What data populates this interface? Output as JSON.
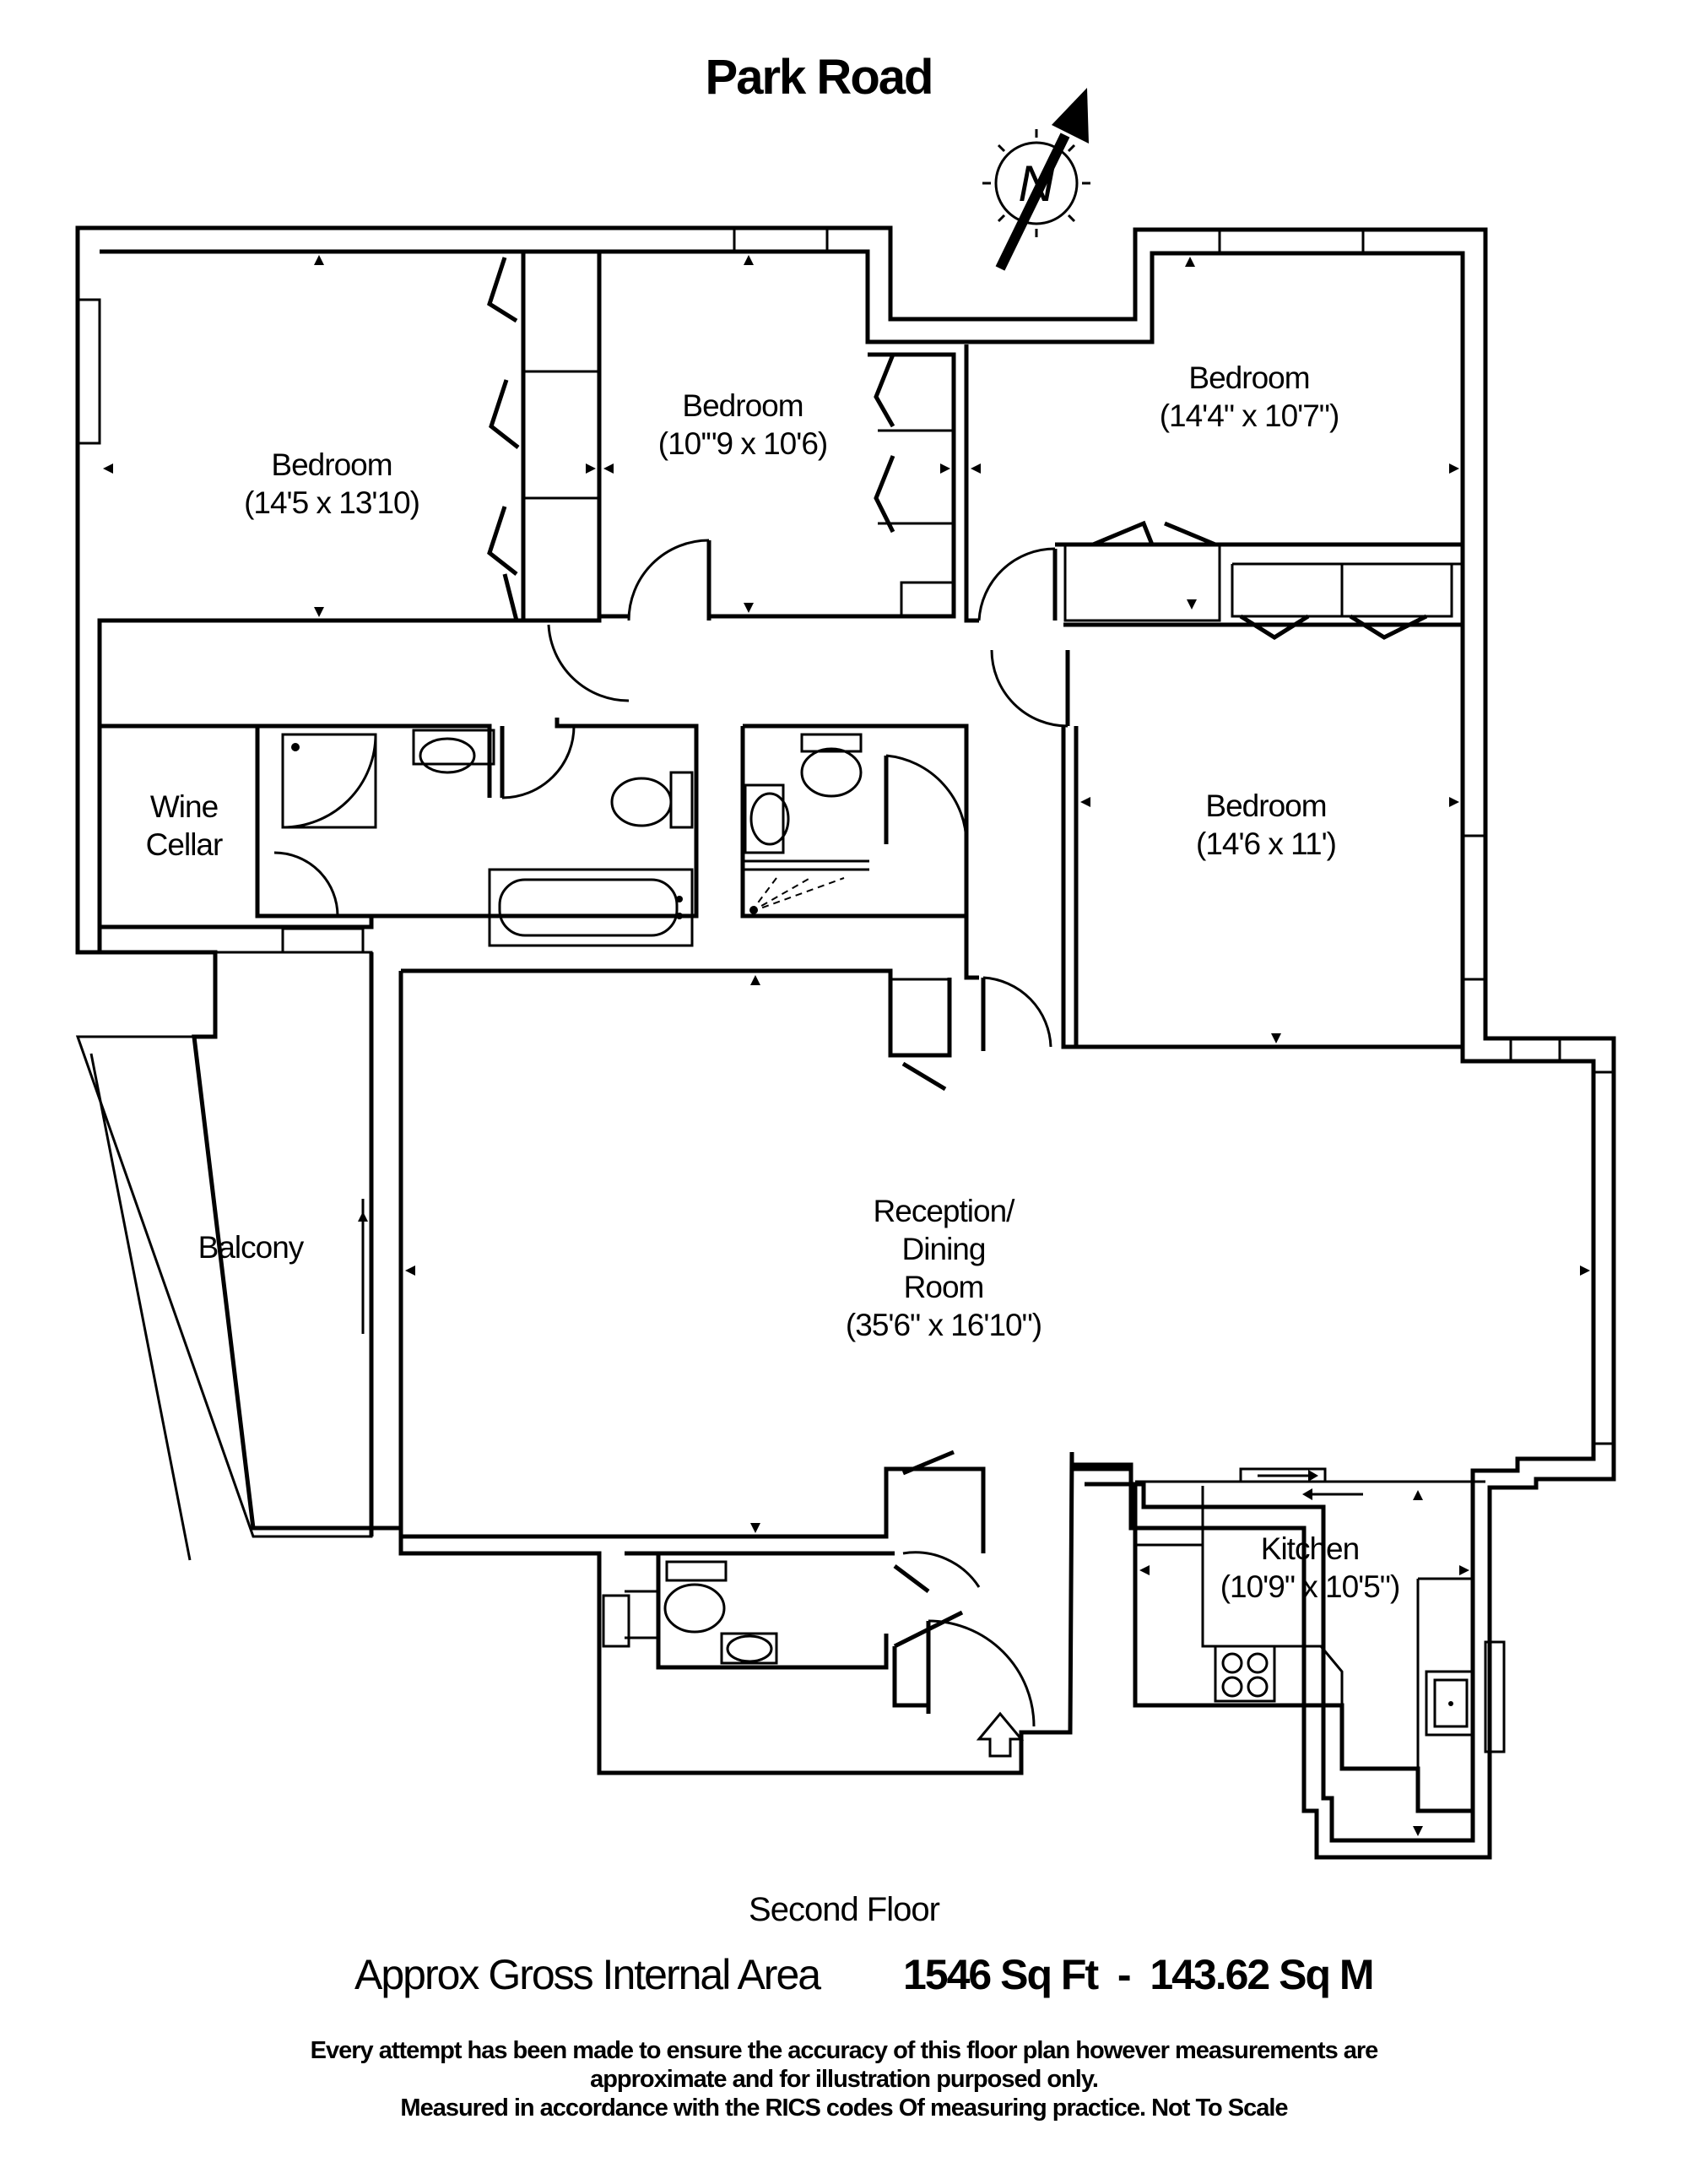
{
  "street_name": "Park Road",
  "compass": {
    "label": "N",
    "icon": "north-arrow-icon"
  },
  "rooms": [
    {
      "name": "Bedroom",
      "size": "(14'5 x 13'10)"
    },
    {
      "name": "Bedroom",
      "size": "(10'\"9 x 10'6)"
    },
    {
      "name": "Bedroom",
      "size": "(14'4\" x 10'7\")"
    },
    {
      "name": "Bedroom",
      "size": "(14'6 x 11')"
    },
    {
      "name": "Wine",
      "size": "Cellar"
    },
    {
      "name": "Balcony",
      "size": ""
    },
    {
      "name": "Reception/",
      "line2": "Dining",
      "line3": "Room",
      "size": "(35'6\" x 16'10\")"
    },
    {
      "name": "Kitchen",
      "size": "(10'9\" x 10'5\")"
    }
  ],
  "floor_name": "Second Floor",
  "area": {
    "label": "Approx Gross Internal Area",
    "value": "1546 Sq Ft  -  143.62 Sq M"
  },
  "disclaimer": [
    "Every attempt has been made to ensure the accuracy of this floor plan however measurements are",
    "approximate and for illustration purposed only.",
    "Measured in accordance with the RICS codes Of measuring practice. Not To Scale"
  ],
  "colors": {
    "ink": "#000000",
    "background": "#ffffff"
  }
}
